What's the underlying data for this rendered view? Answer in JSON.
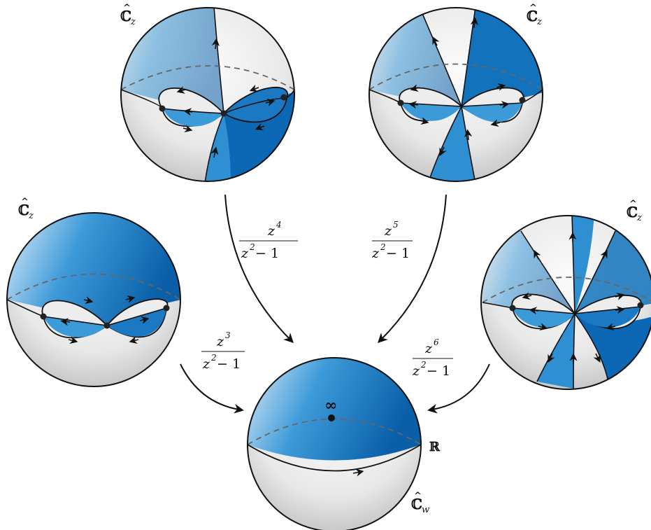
{
  "spheres": {
    "top_left": {
      "label_main": "ℂ",
      "label_hat": "^",
      "label_sub": "z"
    },
    "top_right": {
      "label_main": "ℂ",
      "label_hat": "^",
      "label_sub": "z"
    },
    "mid_left": {
      "label_main": "ℂ",
      "label_hat": "^",
      "label_sub": "z"
    },
    "mid_right": {
      "label_main": "ℂ",
      "label_hat": "^",
      "label_sub": "z"
    },
    "bottom": {
      "label_main": "ℂ",
      "label_hat": "^",
      "label_sub": "w",
      "infinity": "∞",
      "real_line": "ℝ"
    }
  },
  "maps": {
    "z3": {
      "num_base": "z",
      "num_exp": "3",
      "den": "z",
      "den_exp": "2",
      "den_rest": " − 1"
    },
    "z4": {
      "num_base": "z",
      "num_exp": "4",
      "den": "z",
      "den_exp": "2",
      "den_rest": " − 1"
    },
    "z5": {
      "num_base": "z",
      "num_exp": "5",
      "den": "z",
      "den_exp": "2",
      "den_rest": " − 1"
    },
    "z6": {
      "num_base": "z",
      "num_exp": "6",
      "den": "z",
      "den_exp": "2",
      "den_rest": " − 1"
    }
  },
  "colors": {
    "blue_dark": "#0a66b3",
    "blue_light": "#dcecf9",
    "gray_dark": "#bdbdbd",
    "gray_light": "#f2f2f2"
  }
}
